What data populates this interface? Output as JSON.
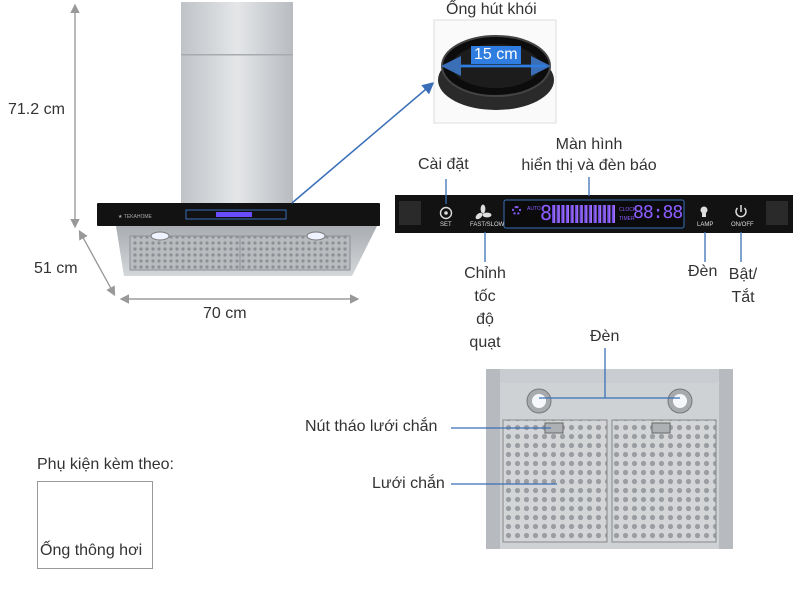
{
  "dimensions": {
    "height": "71.2 cm",
    "depth": "51 cm",
    "width": "70 cm"
  },
  "duct": {
    "title": "Ống hút khói",
    "diameter": "15 cm"
  },
  "control_panel": {
    "display_label_line1": "Màn hình",
    "display_label_line2": "hiển thị và đèn báo",
    "settings_label": "Cài đặt",
    "speed_label_line1": "Chỉnh",
    "speed_label_line2": "tốc",
    "speed_label_line3": "độ",
    "speed_label_line4": "quạt",
    "lamp_label": "Đèn",
    "power_label_line1": "Bật/",
    "power_label_line2": "Tắt",
    "button_set": "SET",
    "button_fast_slow": "FAST/SLOW",
    "button_lamp": "LAMP",
    "button_onoff": "ON/OFF",
    "lcd_auto": "AUTO",
    "lcd_digit": "8",
    "lcd_clock": "CLOCK",
    "lcd_timer": "TIMER",
    "lcd_time": "88:88"
  },
  "underside": {
    "lamp_label": "Đèn",
    "filter_release_label": "Nút tháo lưới chắn",
    "filter_label": "Lưới chắn"
  },
  "accessory": {
    "heading": "Phụ kiện kèm theo:",
    "item": "Ống thông hơi"
  },
  "colors": {
    "steel": "#c9cdd1",
    "panel": "#121212",
    "arrow": "#3a6fb8",
    "display_purple": "#8a5cff"
  }
}
